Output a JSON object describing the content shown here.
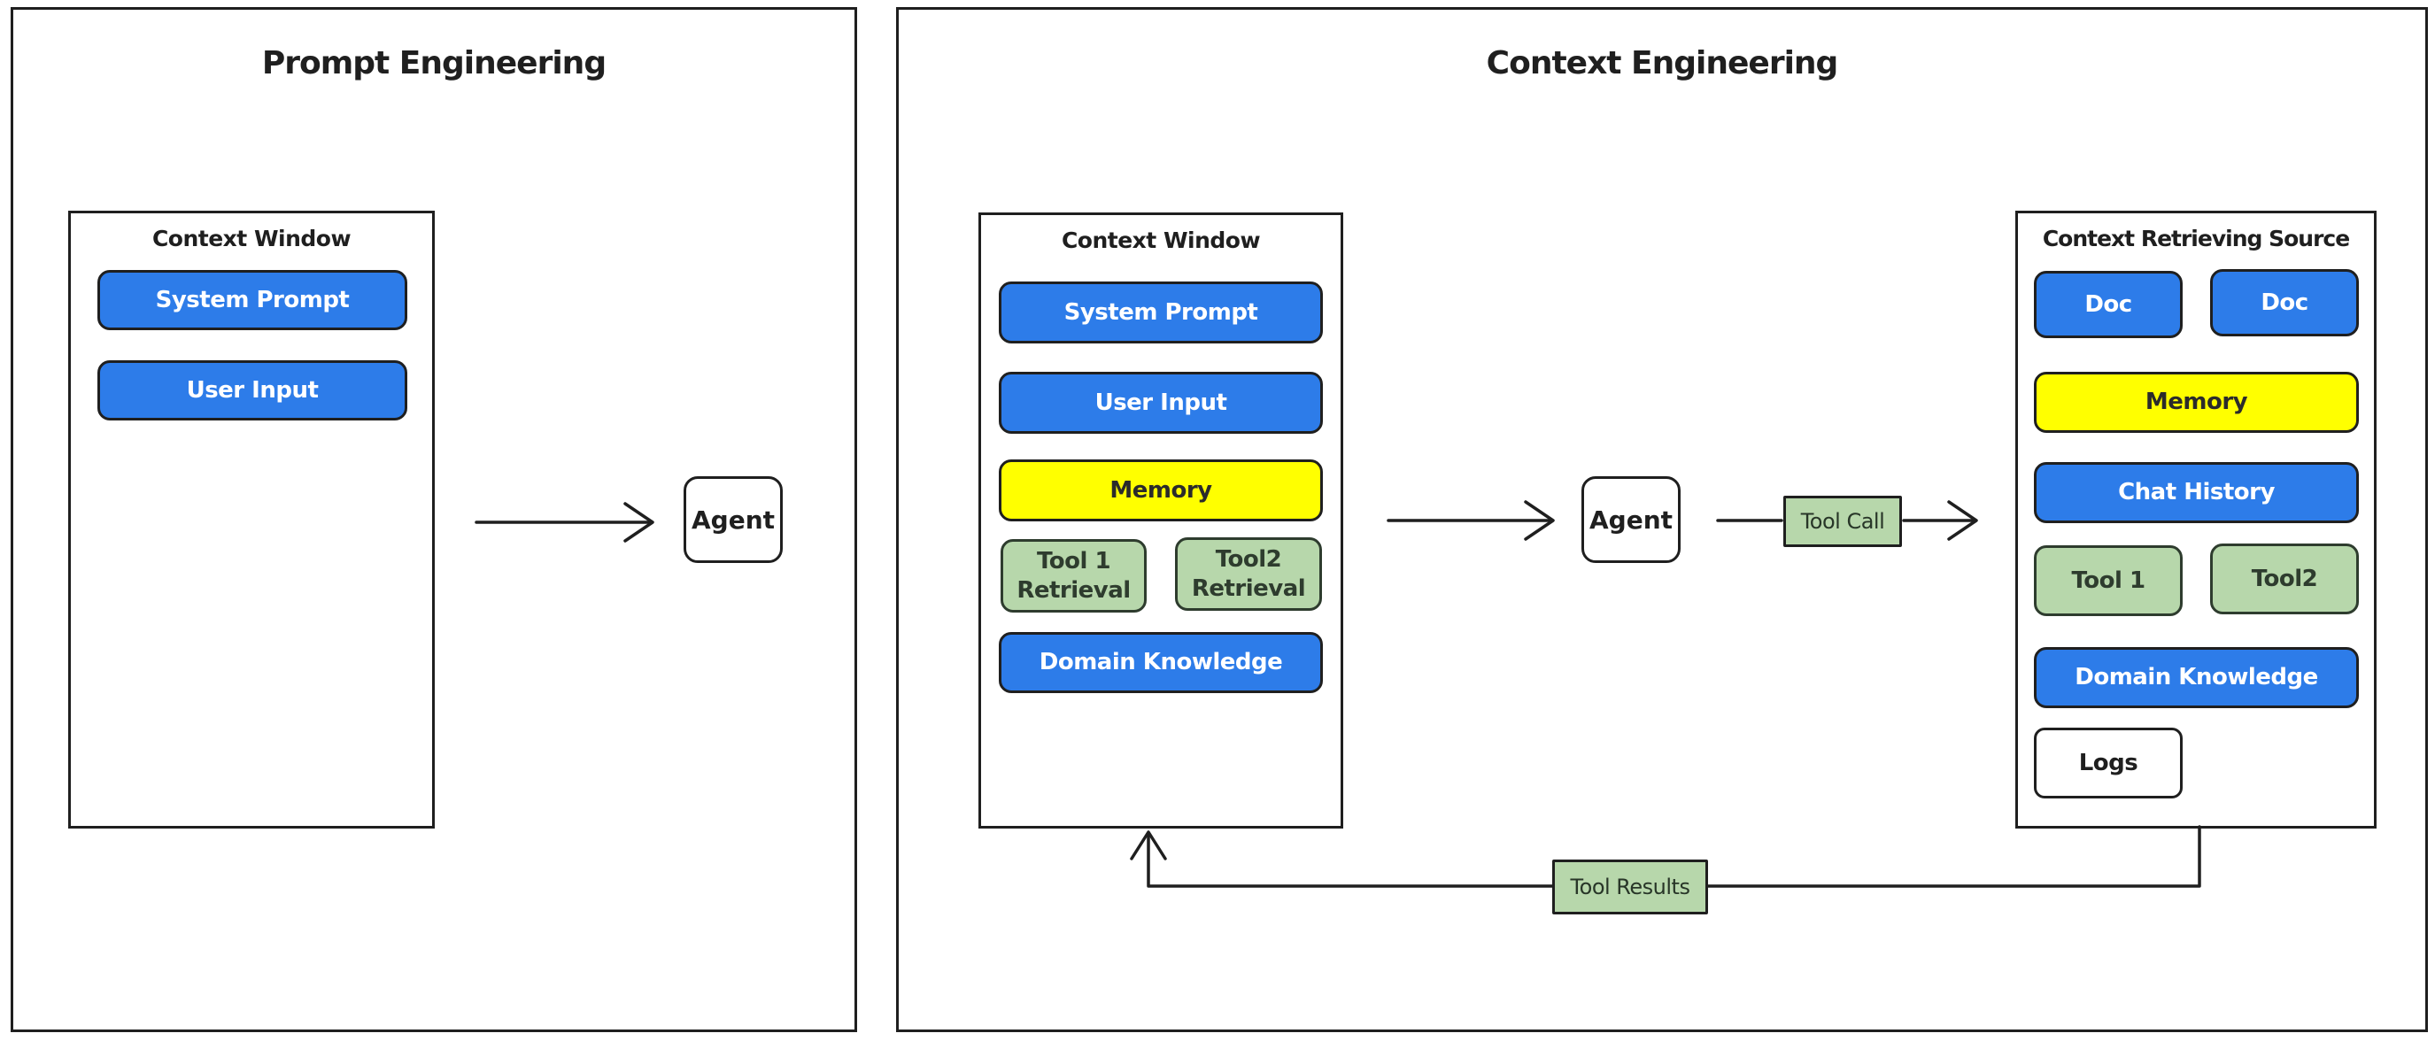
{
  "colors": {
    "ink": "#1f1f1f",
    "blue": "#2d7ce9",
    "yellow": "#ffff00",
    "green": "#b7d7ab",
    "green_ink": "#2e3c2e",
    "white": "#ffffff"
  },
  "left_panel": {
    "title": "Prompt Engineering",
    "context_window": {
      "label": "Context Window",
      "items": [
        {
          "label": "System Prompt",
          "fill": "#2d7ce9",
          "edge": "#1f1f1f",
          "ink": "#ffffff"
        },
        {
          "label": "User Input",
          "fill": "#2d7ce9",
          "edge": "#1f1f1f",
          "ink": "#ffffff"
        }
      ]
    },
    "agent_label": "Agent"
  },
  "right_panel": {
    "title": "Context Engineering",
    "context_window": {
      "label": "Context Window",
      "items": [
        {
          "label": "System Prompt",
          "fill": "#2d7ce9",
          "edge": "#1f1f1f",
          "ink": "#ffffff"
        },
        {
          "label": "User Input",
          "fill": "#2d7ce9",
          "edge": "#1f1f1f",
          "ink": "#ffffff"
        },
        {
          "label": "Memory",
          "fill": "#ffff00",
          "edge": "#1f1f1f",
          "ink": "#2b2b2b"
        },
        {
          "label": "Tool 1 Retrieval",
          "fill": "#b7d7ab",
          "edge": "#2e3c2e",
          "ink": "#2e3c2e"
        },
        {
          "label": "Tool2 Retrieval",
          "fill": "#b7d7ab",
          "edge": "#2e3c2e",
          "ink": "#2e3c2e"
        },
        {
          "label": "Domain Knowledge",
          "fill": "#2d7ce9",
          "edge": "#1f1f1f",
          "ink": "#ffffff"
        }
      ]
    },
    "agent_label": "Agent",
    "tool_call": {
      "label": "Tool Call",
      "fill": "#b7d7ab",
      "edge": "#1f1f1f",
      "ink": "#283628"
    },
    "tool_results": {
      "label": "Tool Results",
      "fill": "#b7d7ab",
      "edge": "#1f1f1f",
      "ink": "#283628"
    },
    "retrieving_source": {
      "label": "Context Retrieving Source",
      "items": [
        {
          "label": "Doc",
          "fill": "#2d7ce9",
          "edge": "#1f1f1f",
          "ink": "#ffffff"
        },
        {
          "label": "Doc",
          "fill": "#2d7ce9",
          "edge": "#1f1f1f",
          "ink": "#ffffff"
        },
        {
          "label": "Memory",
          "fill": "#ffff00",
          "edge": "#1f1f1f",
          "ink": "#2b2b2b"
        },
        {
          "label": "Chat History",
          "fill": "#2d7ce9",
          "edge": "#1f1f1f",
          "ink": "#ffffff"
        },
        {
          "label": "Tool 1",
          "fill": "#b7d7ab",
          "edge": "#2e3c2e",
          "ink": "#2e3c2e"
        },
        {
          "label": "Tool2",
          "fill": "#b7d7ab",
          "edge": "#2e3c2e",
          "ink": "#2e3c2e"
        },
        {
          "label": "Domain Knowledge",
          "fill": "#2d7ce9",
          "edge": "#1f1f1f",
          "ink": "#ffffff"
        },
        {
          "label": "Logs",
          "fill": "#ffffff",
          "edge": "#1f1f1f",
          "ink": "#1f1f1f"
        }
      ]
    }
  }
}
